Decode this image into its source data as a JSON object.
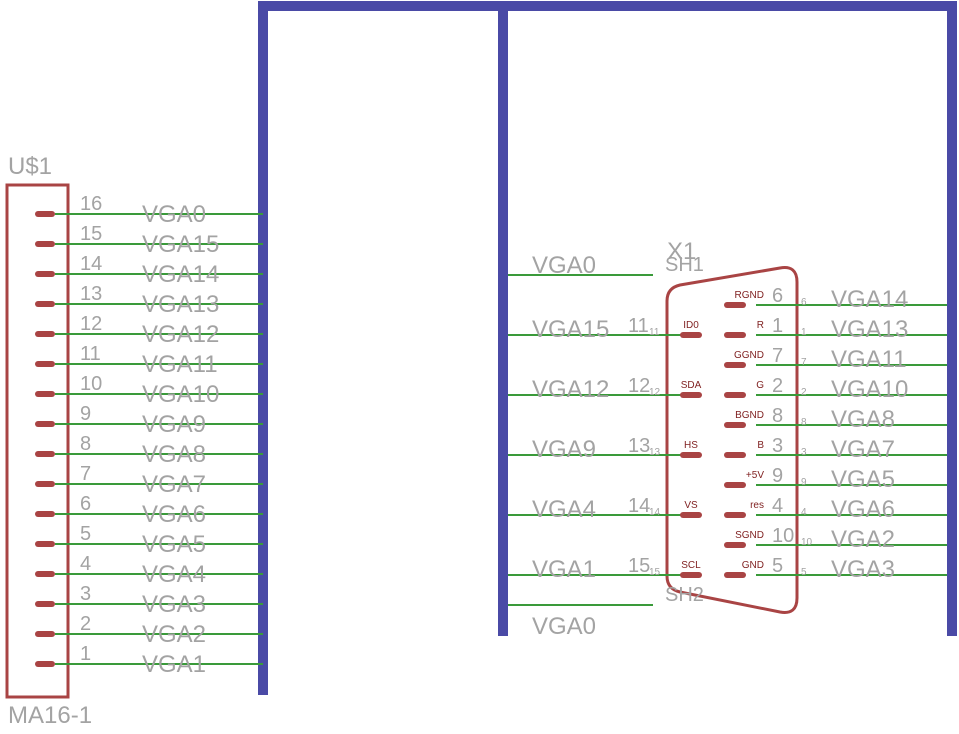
{
  "u1": {
    "name": "U$1",
    "value": "MA16-1",
    "pins": [
      {
        "num": "16",
        "net": "VGA0"
      },
      {
        "num": "15",
        "net": "VGA15"
      },
      {
        "num": "14",
        "net": "VGA14"
      },
      {
        "num": "13",
        "net": "VGA13"
      },
      {
        "num": "12",
        "net": "VGA12"
      },
      {
        "num": "11",
        "net": "VGA11"
      },
      {
        "num": "10",
        "net": "VGA10"
      },
      {
        "num": "9",
        "net": "VGA9"
      },
      {
        "num": "8",
        "net": "VGA8"
      },
      {
        "num": "7",
        "net": "VGA7"
      },
      {
        "num": "6",
        "net": "VGA6"
      },
      {
        "num": "5",
        "net": "VGA5"
      },
      {
        "num": "4",
        "net": "VGA4"
      },
      {
        "num": "3",
        "net": "VGA3"
      },
      {
        "num": "2",
        "net": "VGA2"
      },
      {
        "num": "1",
        "net": "VGA1"
      }
    ]
  },
  "x1": {
    "name": "X1",
    "sh1": "SH1",
    "sh2": "SH2",
    "sh1_net": "VGA0",
    "sh2_net": "VGA0",
    "left_pins": [
      {
        "num": "11",
        "small": "11",
        "label": "ID0",
        "net": "VGA15"
      },
      {
        "num": "12",
        "small": "12",
        "label": "SDA",
        "net": "VGA12"
      },
      {
        "num": "13",
        "small": "13",
        "label": "HS",
        "net": "VGA9"
      },
      {
        "num": "14",
        "small": "14",
        "label": "VS",
        "net": "VGA4"
      },
      {
        "num": "15",
        "small": "15",
        "label": "SCL",
        "net": "VGA1"
      }
    ],
    "right_pins": [
      {
        "num": "6",
        "small": "6",
        "label": "RGND",
        "net": "VGA14"
      },
      {
        "num": "1",
        "small": "1",
        "label": "R",
        "net": "VGA13"
      },
      {
        "num": "7",
        "small": "7",
        "label": "GGND",
        "net": "VGA11"
      },
      {
        "num": "2",
        "small": "2",
        "label": "G",
        "net": "VGA10"
      },
      {
        "num": "8",
        "small": "8",
        "label": "BGND",
        "net": "VGA8"
      },
      {
        "num": "3",
        "small": "3",
        "label": "B",
        "net": "VGA7"
      },
      {
        "num": "9",
        "small": "9",
        "label": "+5V",
        "net": "VGA5"
      },
      {
        "num": "4",
        "small": "4",
        "label": "res",
        "net": "VGA6"
      },
      {
        "num": "10",
        "small": "10",
        "label": "SGND",
        "net": "VGA2"
      },
      {
        "num": "5",
        "small": "5",
        "label": "GND",
        "net": "VGA3"
      }
    ]
  },
  "colors": {
    "bus": "#4a4aa6",
    "wire": "#3a9a3a",
    "symbol": "#a94444",
    "text": "#a3a3a3",
    "pin_label": "#7f1f1f"
  }
}
